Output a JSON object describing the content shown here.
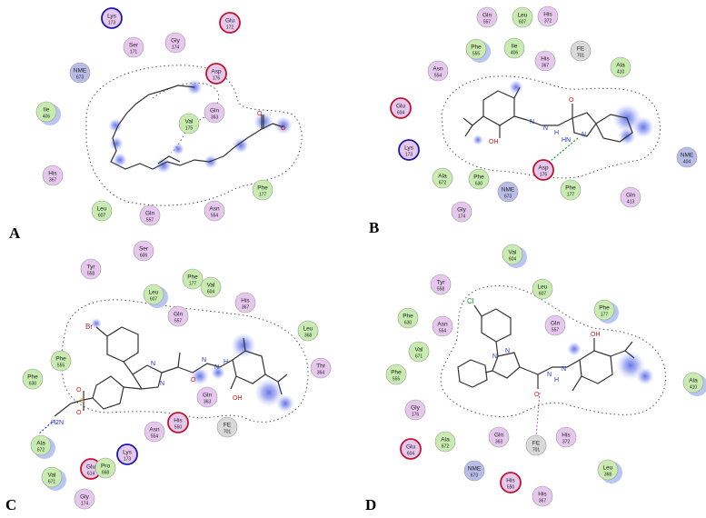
{
  "panels": [
    {
      "letter": "A",
      "atom_labels": [
        "O",
        "O"
      ],
      "residues": [
        {
          "name": "Lys",
          "num": "173",
          "type": "charged-pos"
        },
        {
          "name": "Glu",
          "num": "172",
          "type": "charged-neg"
        },
        {
          "name": "Ser",
          "num": "171",
          "type": "polar"
        },
        {
          "name": "Gly",
          "num": "174",
          "type": "polar"
        },
        {
          "name": "NME",
          "num": "673",
          "type": "special"
        },
        {
          "name": "Asp",
          "num": "176",
          "type": "charged-neg"
        },
        {
          "name": "Ile",
          "num": "406",
          "type": "hydrophobic"
        },
        {
          "name": "Gln",
          "num": "363",
          "type": "polar"
        },
        {
          "name": "Val",
          "num": "175",
          "type": "hydrophobic"
        },
        {
          "name": "His",
          "num": "367",
          "type": "polar"
        },
        {
          "name": "Phe",
          "num": "177",
          "type": "hydrophobic"
        },
        {
          "name": "Leu",
          "num": "607",
          "type": "hydrophobic"
        },
        {
          "name": "Gln",
          "num": "557",
          "type": "polar"
        },
        {
          "name": "Asn",
          "num": "554",
          "type": "polar"
        }
      ]
    },
    {
      "letter": "B",
      "atom_labels": [
        "OH",
        "N",
        "N",
        "H",
        "O",
        "N",
        "HN",
        "N"
      ],
      "residues": [
        {
          "name": "Gln",
          "num": "557",
          "type": "polar"
        },
        {
          "name": "Leu",
          "num": "607",
          "type": "hydrophobic"
        },
        {
          "name": "His",
          "num": "372",
          "type": "polar"
        },
        {
          "name": "Phe",
          "num": "555",
          "type": "hydrophobic"
        },
        {
          "name": "Ile",
          "num": "406",
          "type": "hydrophobic"
        },
        {
          "name": "His",
          "num": "367",
          "type": "polar"
        },
        {
          "name": "FE",
          "num": "701",
          "type": "metal"
        },
        {
          "name": "Asn",
          "num": "554",
          "type": "polar"
        },
        {
          "name": "Ala",
          "num": "410",
          "type": "hydrophobic"
        },
        {
          "name": "Glu",
          "num": "604",
          "type": "charged-neg"
        },
        {
          "name": "Lys",
          "num": "173",
          "type": "charged-pos"
        },
        {
          "name": "Asp",
          "num": "176",
          "type": "charged-neg"
        },
        {
          "name": "NME",
          "num": "404",
          "type": "special"
        },
        {
          "name": "Ala",
          "num": "672",
          "type": "hydrophobic"
        },
        {
          "name": "Phe",
          "num": "630",
          "type": "hydrophobic"
        },
        {
          "name": "NME",
          "num": "673",
          "type": "special"
        },
        {
          "name": "Phe",
          "num": "177",
          "type": "hydrophobic"
        },
        {
          "name": "Gln",
          "num": "413",
          "type": "polar"
        },
        {
          "name": "Gly",
          "num": "174",
          "type": "polar"
        }
      ]
    },
    {
      "letter": "C",
      "atom_labels": [
        "Br",
        "N",
        "N",
        "O",
        "N",
        "N",
        "H",
        "OH",
        "S",
        "O",
        "O",
        "H2N"
      ],
      "residues": [
        {
          "name": "Ser",
          "num": "606",
          "type": "polar"
        },
        {
          "name": "Tyr",
          "num": "558",
          "type": "polar"
        },
        {
          "name": "Phe",
          "num": "177",
          "type": "hydrophobic"
        },
        {
          "name": "Leu",
          "num": "607",
          "type": "hydrophobic"
        },
        {
          "name": "Val",
          "num": "604",
          "type": "hydrophobic"
        },
        {
          "name": "His",
          "num": "367",
          "type": "polar"
        },
        {
          "name": "Gln",
          "num": "557",
          "type": "polar"
        },
        {
          "name": "Leu",
          "num": "368",
          "type": "hydrophobic"
        },
        {
          "name": "Phe",
          "num": "555",
          "type": "hydrophobic"
        },
        {
          "name": "Thr",
          "num": "364",
          "type": "polar"
        },
        {
          "name": "Phe",
          "num": "630",
          "type": "hydrophobic"
        },
        {
          "name": "His",
          "num": "550",
          "type": "charged-neg"
        },
        {
          "name": "Gln",
          "num": "363",
          "type": "polar"
        },
        {
          "name": "FE",
          "num": "701",
          "type": "metal"
        },
        {
          "name": "Asn",
          "num": "554",
          "type": "polar"
        },
        {
          "name": "Ala",
          "num": "672",
          "type": "hydrophobic"
        },
        {
          "name": "Glu",
          "num": "614",
          "type": "charged-neg"
        },
        {
          "name": "Lys",
          "num": "173",
          "type": "charged-pos"
        },
        {
          "name": "Val",
          "num": "671",
          "type": "hydrophobic"
        },
        {
          "name": "Pro",
          "num": "668",
          "type": "hydrophobic"
        },
        {
          "name": "Gly",
          "num": "174",
          "type": "polar"
        }
      ]
    },
    {
      "letter": "D",
      "atom_labels": [
        "Cl",
        "N",
        "N",
        "O",
        "N",
        "N",
        "H",
        "OH"
      ],
      "residues": [
        {
          "name": "Val",
          "num": "604",
          "type": "hydrophobic"
        },
        {
          "name": "Tyr",
          "num": "558",
          "type": "polar"
        },
        {
          "name": "Leu",
          "num": "607",
          "type": "hydrophobic"
        },
        {
          "name": "Phe",
          "num": "177",
          "type": "hydrophobic"
        },
        {
          "name": "Phe",
          "num": "630",
          "type": "hydrophobic"
        },
        {
          "name": "Asn",
          "num": "554",
          "type": "polar"
        },
        {
          "name": "Gln",
          "num": "557",
          "type": "polar"
        },
        {
          "name": "Val",
          "num": "671",
          "type": "hydrophobic"
        },
        {
          "name": "Phe",
          "num": "555",
          "type": "hydrophobic"
        },
        {
          "name": "Ala",
          "num": "410",
          "type": "hydrophobic"
        },
        {
          "name": "Gly",
          "num": "176",
          "type": "polar"
        },
        {
          "name": "Ala",
          "num": "672",
          "type": "hydrophobic"
        },
        {
          "name": "Gln",
          "num": "363",
          "type": "polar"
        },
        {
          "name": "FE",
          "num": "701",
          "type": "metal"
        },
        {
          "name": "His",
          "num": "372",
          "type": "polar"
        },
        {
          "name": "Leu",
          "num": "368",
          "type": "hydrophobic"
        },
        {
          "name": "Glu",
          "num": "604",
          "type": "charged-neg"
        },
        {
          "name": "NME",
          "num": "673",
          "type": "special"
        },
        {
          "name": "His",
          "num": "550",
          "type": "charged-neg"
        },
        {
          "name": "His",
          "num": "367",
          "type": "polar"
        }
      ]
    }
  ],
  "colors": {
    "polar": "#e6c8ee",
    "hydrophobic": "#c8ecb0",
    "charged-neg": "#e6c8ee",
    "charged-pos": "#e6c8ee",
    "special": "#b8bce8",
    "metal": "#d9d9d9",
    "ring_neg": "#c0142a",
    "ring_pos": "#1a1aa8",
    "exposure": "#6a90e6",
    "exposure_halo": "#b9c6f4",
    "ligand": "#333333",
    "oxygen": "#d01818",
    "nitrogen": "#2233cc",
    "bromine": "#992a2a",
    "chlorine": "#1e8a1e",
    "sulfur": "#c8a018",
    "hbond": "#1fa11f",
    "metal_bond": "#b07ac0",
    "pocket": "#555555"
  }
}
